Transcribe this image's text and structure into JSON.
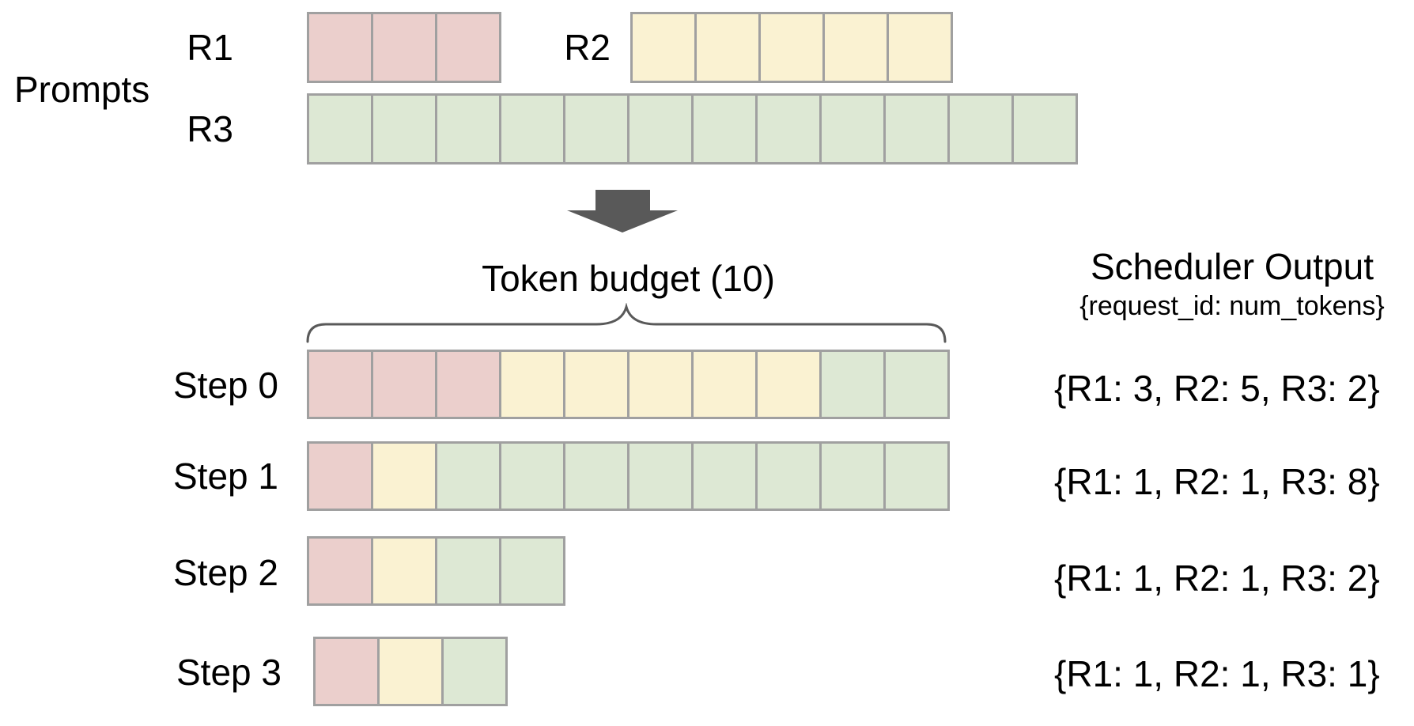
{
  "palette": {
    "background": "#ffffff",
    "text": "#000000",
    "cell_border": "#a0a0a0",
    "arrow": "#595959",
    "brace": "#595959",
    "r1_fill": "#ebcfcc",
    "r2_fill": "#faf2d2",
    "r3_fill": "#dde8d4"
  },
  "prompts": {
    "section_label": "Prompts",
    "requests": [
      {
        "id": "R1",
        "label": "R1",
        "num_tokens": 3,
        "color": "#ebcfcc"
      },
      {
        "id": "R2",
        "label": "R2",
        "num_tokens": 5,
        "color": "#faf2d2"
      },
      {
        "id": "R3",
        "label": "R3",
        "num_tokens": 12,
        "color": "#dde8d4"
      }
    ]
  },
  "token_budget": {
    "label": "Token budget (10)",
    "value": 10
  },
  "scheduler_output": {
    "title": "Scheduler Output",
    "subtitle": "{request_id: num_tokens}"
  },
  "steps": [
    {
      "label": "Step 0",
      "cells": [
        "R1",
        "R1",
        "R1",
        "R2",
        "R2",
        "R2",
        "R2",
        "R2",
        "R3",
        "R3"
      ],
      "output": "{R1: 3, R2: 5, R3: 2}"
    },
    {
      "label": "Step 1",
      "cells": [
        "R1",
        "R2",
        "R3",
        "R3",
        "R3",
        "R3",
        "R3",
        "R3",
        "R3",
        "R3"
      ],
      "output": "{R1: 1, R2: 1, R3: 8}"
    },
    {
      "label": "Step 2",
      "cells": [
        "R1",
        "R2",
        "R3",
        "R3"
      ],
      "output": "{R1: 1, R2: 1, R3: 2}"
    },
    {
      "label": "Step 3",
      "cells": [
        "R1",
        "R2",
        "R3"
      ],
      "output": "{R1: 1, R2: 1, R3: 1}"
    }
  ]
}
